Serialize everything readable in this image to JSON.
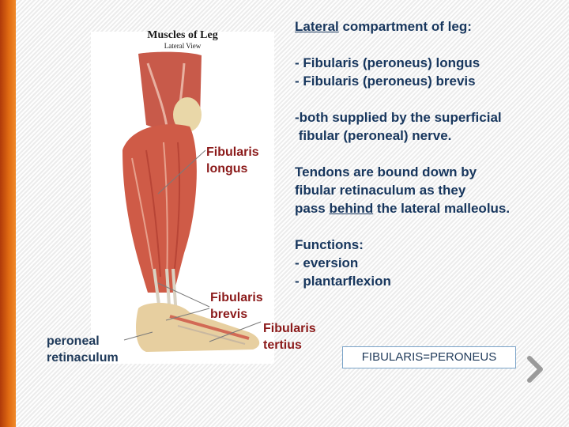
{
  "figure": {
    "title": "Muscles of Leg",
    "subtitle": "Lateral View"
  },
  "labels": {
    "fibularis_longus": [
      "Fibularis",
      "longus"
    ],
    "fibularis_brevis": [
      "Fibularis",
      "brevis"
    ],
    "fibularis_tertius": [
      "Fibularis",
      "tertius"
    ],
    "peroneal_retinaculum": [
      "peroneal",
      "retinaculum"
    ]
  },
  "text": {
    "heading_underlined": "Lateral",
    "heading_rest": " compartment of leg:",
    "item1": "- Fibularis (peroneus) longus",
    "item2": "- Fibularis (peroneus) brevis",
    "nerve1": "-both supplied by the superficial",
    "nerve2": " fibular (peroneal) nerve.",
    "tendon1": "Tendons are bound down by",
    "tendon2": "fibular retinaculum as they",
    "tendon3_pre": "pass ",
    "tendon3_underlined": "behind",
    "tendon3_post": " the lateral malleolus.",
    "functions_heading": "Functions:",
    "function1": "- eversion",
    "function2": "- plantarflexion"
  },
  "note_box": "FIBULARIS=PERONEUS",
  "colors": {
    "accent_bar": "#e06a12",
    "label_red": "#8b1a1a",
    "text_blue": "#17365d"
  }
}
